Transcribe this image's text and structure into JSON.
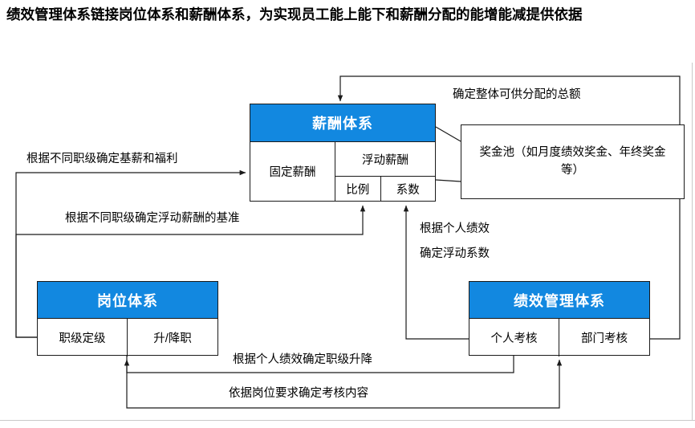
{
  "title": "绩效管理体系链接岗位体系和薪酬体系，为实现员工能上能下和薪酬分配的能增能减提供依据",
  "colors": {
    "header_blue": "#1288e0",
    "line": "#1a1a1a",
    "text": "#000000",
    "background": "#ffffff"
  },
  "nodes": {
    "pay_system": {
      "header": "薪酬体系",
      "fixed": "固定薪酬",
      "floating": "浮动薪酬",
      "ratio": "比例",
      "coefficient": "系数"
    },
    "job_system": {
      "header": "岗位体系",
      "grading": "职级定级",
      "promotion": "升/降职"
    },
    "performance_system": {
      "header": "绩效管理体系",
      "individual": "个人考核",
      "department": "部门考核"
    },
    "bonus_pool": {
      "text": "奖金池（如月度绩效奖金、年终奖金等）"
    }
  },
  "edge_labels": {
    "total_amount": "确定整体可供分配的总额",
    "base_salary": "根据不同职级确定基薪和福利",
    "floating_base": "根据不同职级确定浮动薪酬的基准",
    "coefficient_line1": "根据个人绩效",
    "coefficient_line2": "确定浮动系数",
    "promotion_rule": "根据个人绩效确定职级升降",
    "assessment_rule": "依据岗位要求确定考核内容"
  }
}
